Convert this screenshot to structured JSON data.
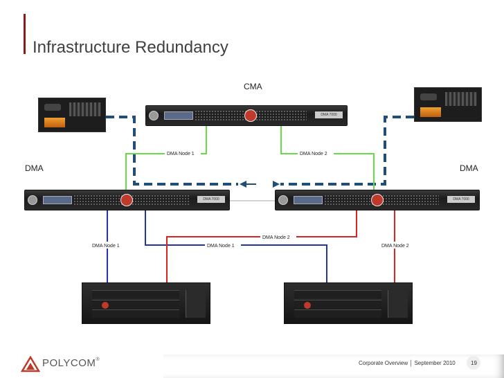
{
  "slide": {
    "title": "Infrastructure Redundancy",
    "page_number": "19"
  },
  "labels": {
    "cma": "CMA",
    "dma_left": "DMA",
    "dma_right": "DMA"
  },
  "edges": {
    "green_left": "DMA Node 1",
    "green_right": "DMA Node 2",
    "blue_left": "DMA Node 1",
    "red_right": "DMA Node 2",
    "red_cross": "DMA Node 2",
    "blue_cross": "DMA Node 1"
  },
  "footer": {
    "brand": "POLYCOM",
    "trademark": "®",
    "text": "Corporate Overview │ September 2010"
  },
  "colors": {
    "green": "#66dd44",
    "blue": "#2233aa",
    "red": "#dd2222",
    "dashed": "#1f4e79",
    "brand_red": "#8b1a1a"
  }
}
